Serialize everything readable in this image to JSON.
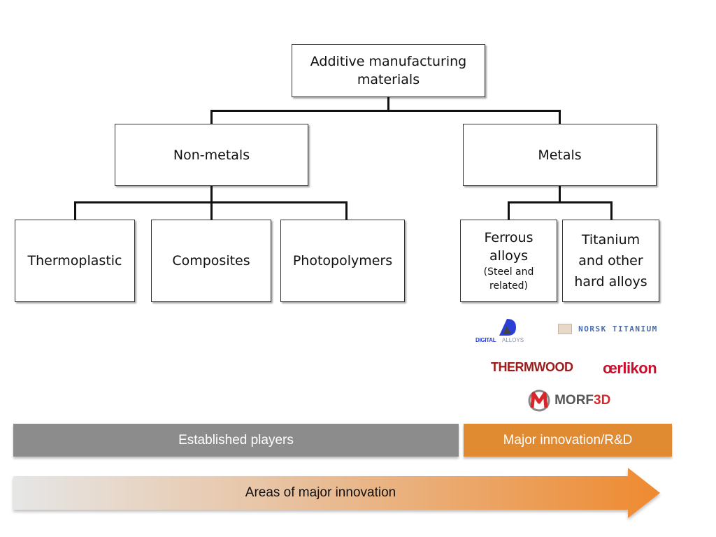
{
  "tree": {
    "root": {
      "label_line1": "Additive manufacturing",
      "label_line2": "materials"
    },
    "categories": [
      {
        "label": "Non-metals",
        "children": [
          {
            "label": "Thermoplastic"
          },
          {
            "label": "Composites"
          },
          {
            "label": "Photopolymers"
          }
        ]
      },
      {
        "label": "Metals",
        "children": [
          {
            "label_line1": "Ferrous",
            "label_line2": "alloys",
            "note_line1": "(Steel and",
            "note_line2": "related)"
          },
          {
            "label_line1": "Titanium",
            "label_line2": "and other",
            "label_line3": "hard alloys"
          }
        ]
      }
    ]
  },
  "logos": [
    {
      "name": "DIGITALALLOYS",
      "text_bold": "DIGITAL",
      "text_light": "ALLOYS",
      "color": "#2b3fd6"
    },
    {
      "name": "NORSK TITANIUM",
      "text": "NORSK TITANIUM",
      "color": "#4a6aa8"
    },
    {
      "name": "THERMWOOD",
      "text": "THERMWOOD",
      "color": "#9b1c1c"
    },
    {
      "name": "oerlikon",
      "text": "œrlikon",
      "color": "#c8102e"
    },
    {
      "name": "MORF3D",
      "text_main": "MORF",
      "text_accent": "3D",
      "color": "#555555",
      "accent": "#d7262b"
    }
  ],
  "bars": {
    "established": {
      "label": "Established players",
      "color": "#8c8c8c"
    },
    "innovation": {
      "label": "Major innovation/R&D",
      "color": "#e08a32"
    }
  },
  "arrow": {
    "label": "Areas of major innovation",
    "color_start": "#e6e6e6",
    "color_end": "#ee8a30"
  }
}
